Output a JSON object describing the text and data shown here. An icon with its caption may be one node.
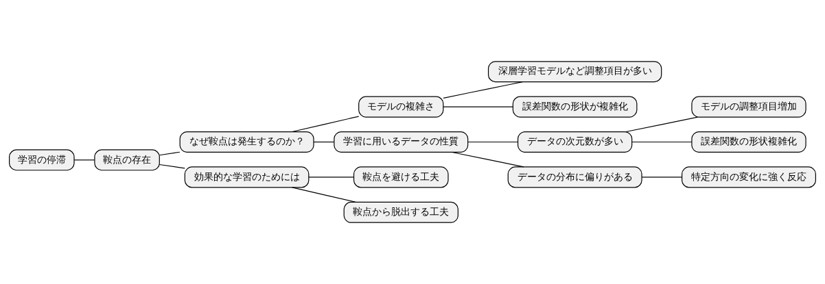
{
  "diagram": {
    "nodes": [
      {
        "text": [
          "学習の停滞"
        ]
      },
      {
        "text": [
          "鞍点の存在"
        ]
      },
      {
        "text": [
          "なぜ鞍点は発生するのか？"
        ]
      },
      {
        "text": [
          "モデルの複雑さ"
        ]
      },
      {
        "text": [
          "深層学習モデルなど調整項目が多い"
        ]
      },
      {
        "text": [
          "誤差関数の形状が複雑化"
        ]
      },
      {
        "text": [
          "学習に用いるデータの性質"
        ]
      },
      {
        "text": [
          "データの次元数が多い"
        ]
      },
      {
        "text": [
          "モデルの調整項目増加"
        ]
      },
      {
        "text": [
          "誤差関数の形状複雑化"
        ]
      },
      {
        "text": [
          "データの分布に偏りがある"
        ]
      },
      {
        "text": [
          "特定方向の変化に強く反応"
        ]
      },
      {
        "text": [
          "効果的な学習のためには"
        ]
      },
      {
        "text": [
          "鞍点を避ける工夫"
        ]
      },
      {
        "text": [
          "鞍点から脱出する工夫"
        ]
      }
    ],
    "edges": [
      {
        "from": 0,
        "to": 1,
        "arrow": "none"
      },
      {
        "from": 1,
        "to": 2,
        "arrow": "none"
      },
      {
        "from": 2,
        "to": 3,
        "arrow": "none"
      },
      {
        "from": 3,
        "to": 4,
        "arrow": "none"
      },
      {
        "from": 3,
        "to": 5,
        "arrow": "none"
      },
      {
        "from": 2,
        "to": 6,
        "arrow": "none"
      },
      {
        "from": 6,
        "to": 7,
        "arrow": "none"
      },
      {
        "from": 7,
        "to": 8,
        "arrow": "none"
      },
      {
        "from": 7,
        "to": 9,
        "arrow": "none"
      },
      {
        "from": 6,
        "to": 10,
        "arrow": "none"
      },
      {
        "from": 10,
        "to": 11,
        "arrow": "none"
      },
      {
        "from": 1,
        "to": 12,
        "arrow": "none"
      },
      {
        "from": 12,
        "to": 13,
        "arrow": "none"
      },
      {
        "from": 12,
        "to": 14,
        "arrow": "none"
      }
    ]
  }
}
